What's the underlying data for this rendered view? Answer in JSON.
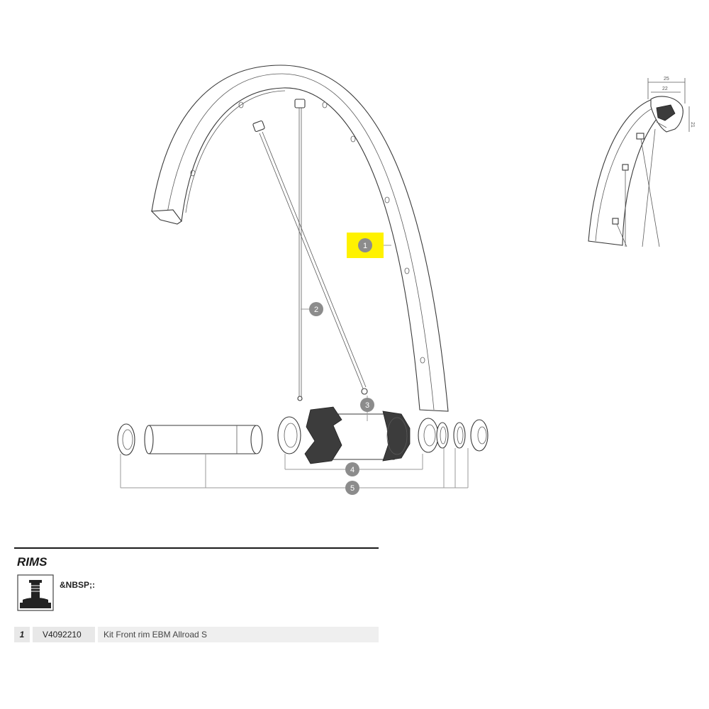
{
  "callouts": [
    {
      "id": "1",
      "label": "1"
    },
    {
      "id": "2",
      "label": "2"
    },
    {
      "id": "3",
      "label": "3"
    },
    {
      "id": "4",
      "label": "4"
    },
    {
      "id": "5",
      "label": "5"
    }
  ],
  "highlight_color": "#fff200",
  "dimensions": {
    "width_outer": "25",
    "width_inner": "22",
    "height": "21"
  },
  "section": {
    "title": "RIMS",
    "valve_label": "&NBSP;:",
    "valve_icon": "tubeless-valve-icon"
  },
  "parts": [
    {
      "num": "1",
      "ref": "V4092210",
      "desc": "Kit Front rim EBM Allroad S"
    }
  ]
}
